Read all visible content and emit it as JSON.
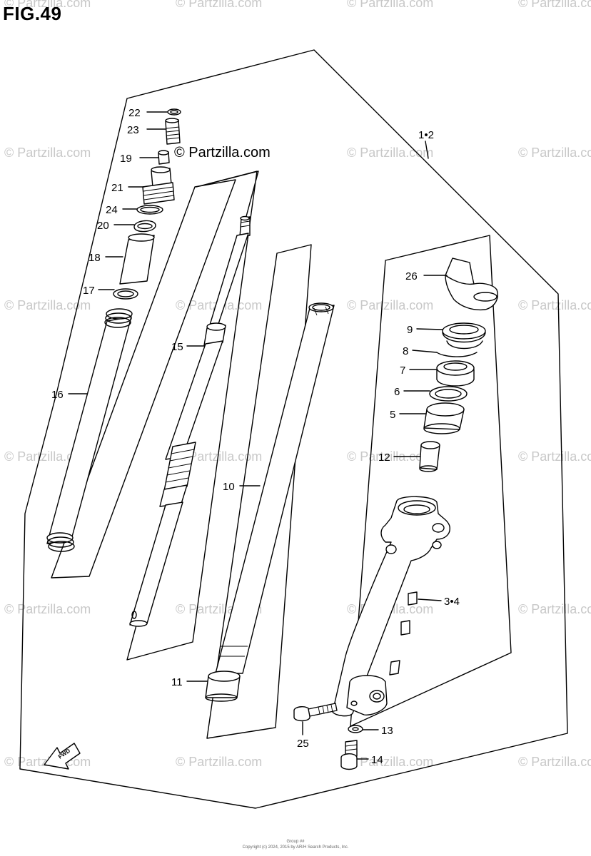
{
  "figure": {
    "title": "FIG.49"
  },
  "watermark": {
    "text": "© Partzilla.com"
  },
  "brand_label": "© Partzilla.com",
  "footer": {
    "line1": "Group ##",
    "line2": "Copyright (c) 2024, 2015 by AR/H Search Products, Inc."
  },
  "icons": {
    "front_arrow": "fwd-arrow-icon"
  },
  "callouts": [
    {
      "id": "c22",
      "label": "22"
    },
    {
      "id": "c23",
      "label": "23"
    },
    {
      "id": "c19",
      "label": "19"
    },
    {
      "id": "c21",
      "label": "21"
    },
    {
      "id": "c24",
      "label": "24"
    },
    {
      "id": "c20",
      "label": "20"
    },
    {
      "id": "c18",
      "label": "18"
    },
    {
      "id": "c17",
      "label": "17"
    },
    {
      "id": "c16",
      "label": "16"
    },
    {
      "id": "c15",
      "label": "15"
    },
    {
      "id": "c10",
      "label": "10"
    },
    {
      "id": "c11",
      "label": "11"
    },
    {
      "id": "c12",
      "label": "1•2"
    },
    {
      "id": "c26",
      "label": "26"
    },
    {
      "id": "c9",
      "label": "9"
    },
    {
      "id": "c8",
      "label": "8"
    },
    {
      "id": "c7",
      "label": "7"
    },
    {
      "id": "c6",
      "label": "6"
    },
    {
      "id": "c5",
      "label": "5"
    },
    {
      "id": "c12b",
      "label": "12"
    },
    {
      "id": "c34",
      "label": "3•4"
    },
    {
      "id": "c13",
      "label": "13"
    },
    {
      "id": "c25",
      "label": "25"
    },
    {
      "id": "c14",
      "label": "14"
    }
  ]
}
